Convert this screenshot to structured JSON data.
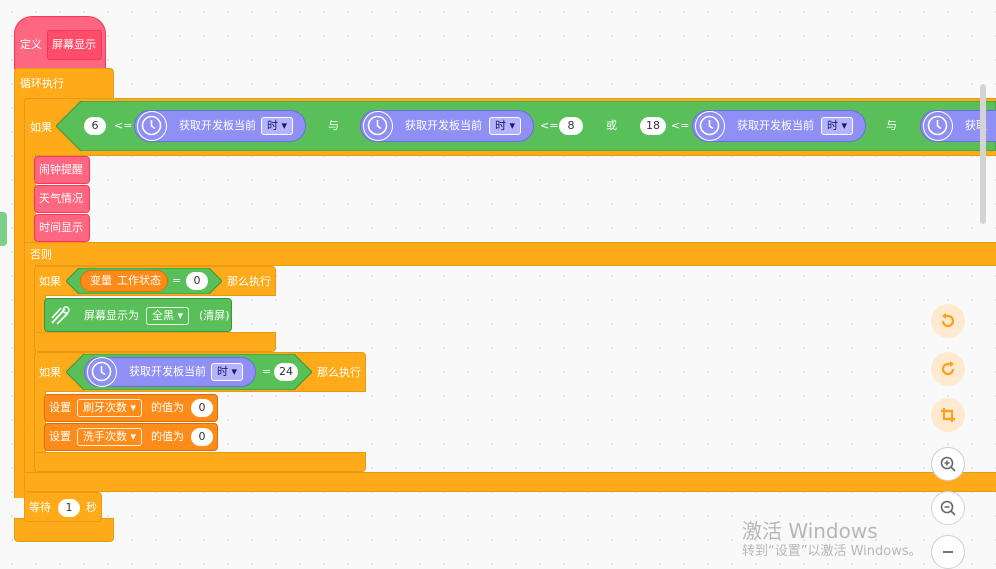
{
  "define_block": {
    "keyword": "定义",
    "name": "屏幕显示"
  },
  "forever": {
    "label": "循环执行"
  },
  "if_else": {
    "if_label": "如果",
    "else_label": "否则",
    "cond": {
      "left_num": "6",
      "op_le": "<=",
      "sensor_label": "获取开发板当前",
      "unit": "时",
      "and_label": "与",
      "right_num": "8",
      "or_label": "或",
      "left_num2": "18",
      "sensor_label_cut": "获取"
    },
    "then_calls": [
      "闹钟提醒",
      "天气情况",
      "时间显示"
    ]
  },
  "if1": {
    "if_label": "如果",
    "var_prefix": "变量",
    "var_name": "工作状态",
    "eq": "=",
    "value": "0",
    "then_label": "那么执行",
    "display": {
      "label": "屏幕显示为",
      "option": "全黑",
      "suffix": "(清屏)"
    }
  },
  "if2": {
    "if_label": "如果",
    "sensor_label": "获取开发板当前",
    "unit": "时",
    "eq": "=",
    "value": "24",
    "then_label": "那么执行",
    "sets": [
      {
        "set_label": "设置",
        "var": "刷牙次数",
        "value_label": "的值为",
        "value": "0"
      },
      {
        "set_label": "设置",
        "var": "洗手次数",
        "value_label": "的值为",
        "value": "0"
      }
    ]
  },
  "wait": {
    "label": "等待",
    "value": "1",
    "unit": "秒"
  },
  "controls": {
    "undo_icon": "undo-icon",
    "redo_icon": "redo-icon",
    "crop_icon": "crop-icon",
    "zoom_in_icon": "zoom-in-icon",
    "zoom_out_icon": "zoom-out-icon",
    "reset_icon": "reset-zoom-icon"
  },
  "watermark": {
    "line1": "激活 Windows",
    "line2": "转到“设置”以激活 Windows。"
  },
  "colors": {
    "control": "#ffab19",
    "operator": "#59c059",
    "sensing": "#8f8ff5",
    "myblocks": "#ff6680",
    "variables": "#ff8c1a"
  }
}
